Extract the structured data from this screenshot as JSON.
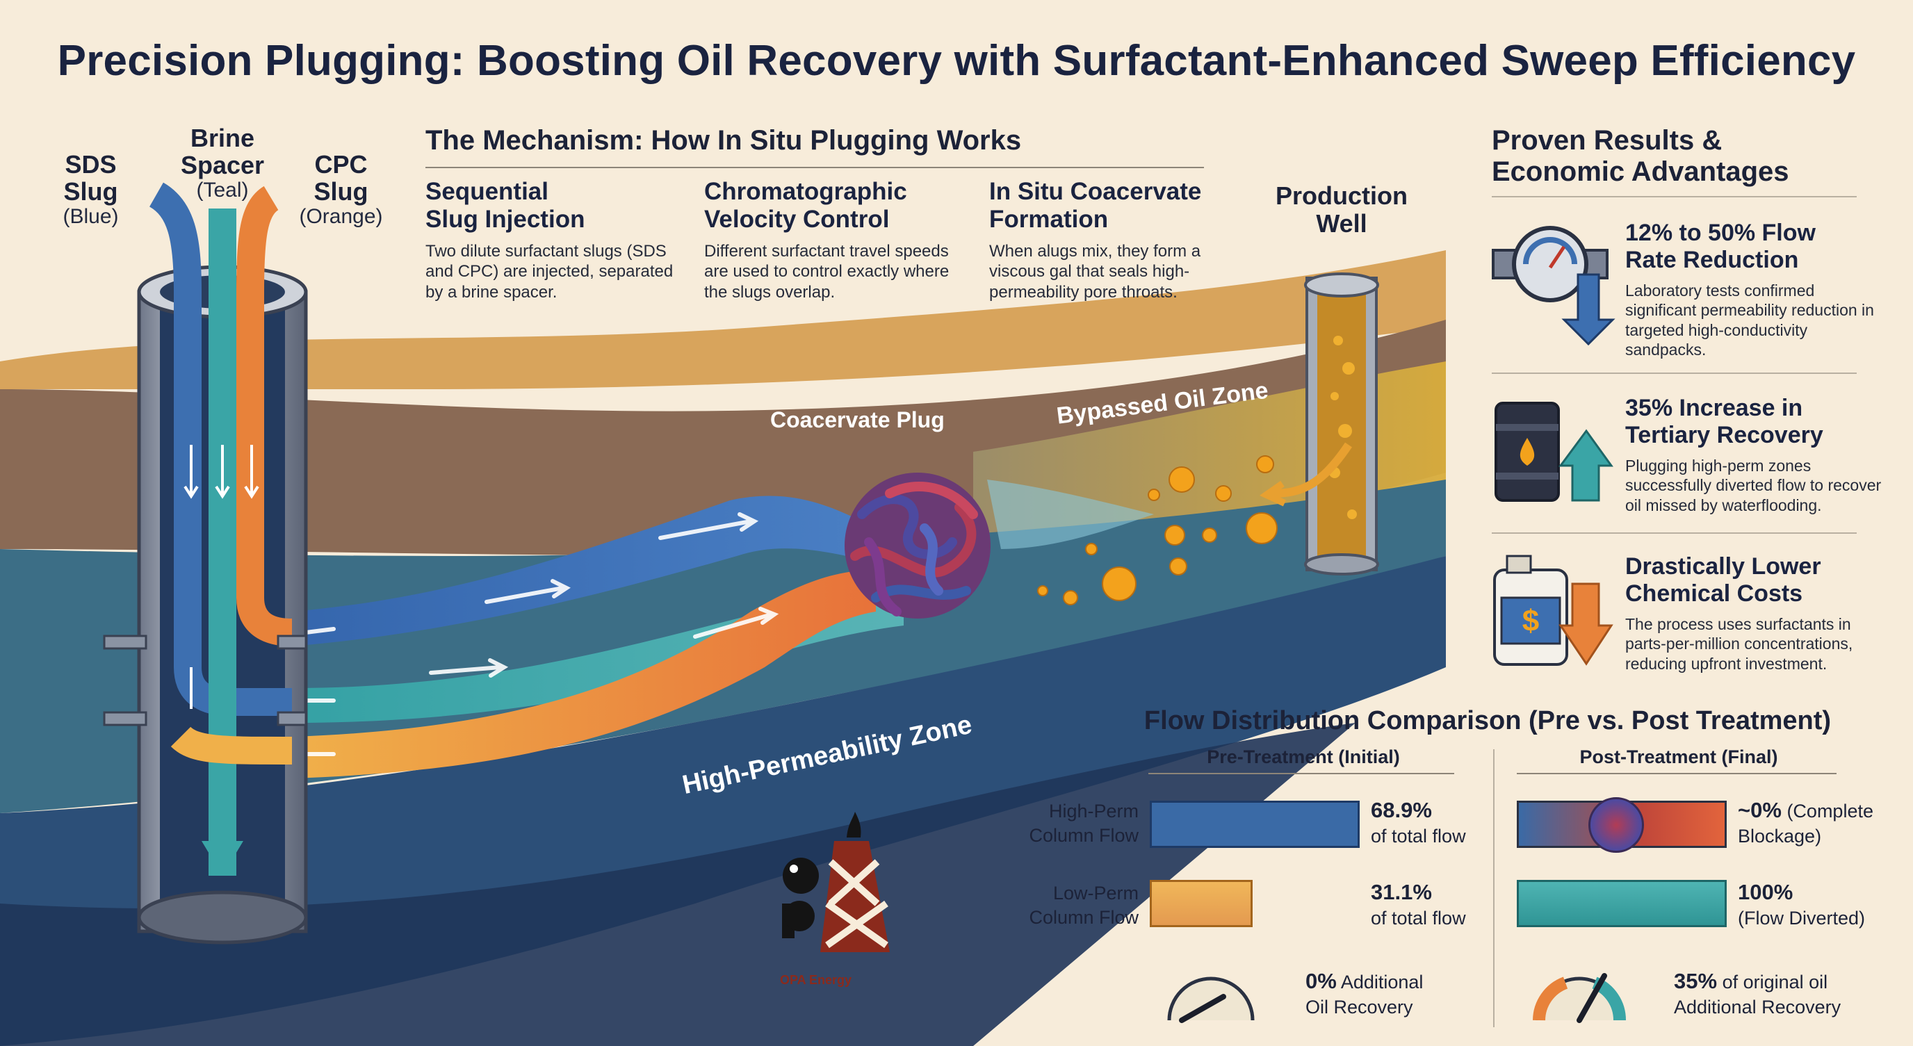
{
  "title": "Precision Plugging: Boosting Oil Recovery with Surfactant-Enhanced Sweep Efficiency",
  "injection": {
    "sds": {
      "title": "SDS\nSlug",
      "color_note": "(Blue)"
    },
    "brine": {
      "title": "Brine\nSpacer",
      "color_note": "(Teal)"
    },
    "cpc": {
      "title": "CPC\nSlug",
      "color_note": "(Orange)"
    }
  },
  "mechanism": {
    "title": "The Mechanism: How In Situ Plugging Works",
    "steps": [
      {
        "heading": "Sequential\nSlug Injection",
        "body": "Two dilute surfactant slugs (SDS and CPC) are injected, separated by a brine spacer."
      },
      {
        "heading": "Chromatographic\nVelocity Control",
        "body": "Different surfactant travel speeds are used to control exactly where the slugs overlap."
      },
      {
        "heading": "In Situ Coacervate\nFormation",
        "body": "When alugs mix, they form a viscous gal that seals high-permeability pore throats."
      }
    ]
  },
  "zones": {
    "plug": "Coacervate Plug",
    "bypassed": "Bypassed Oil Zone",
    "high_perm": "High-Permeability Zone"
  },
  "production_well": "Production\nWell",
  "results": {
    "title": "Proven Results &\nEconomic Advantages",
    "items": [
      {
        "icon": "pressure-gauge-icon",
        "heading": "12% to 50% Flow\nRate Reduction",
        "body": "Laboratory tests confirmed significant permeability reduction in targeted high-conductivity sandpacks."
      },
      {
        "icon": "oil-barrel-icon",
        "heading": "35% Increase in\nTertiary Recovery",
        "body": "Plugging high-perm zones successfully diverted flow to recover oil missed by waterflooding."
      },
      {
        "icon": "chemical-jug-icon",
        "heading": "Drastically Lower\nChemical Costs",
        "body": "The process uses surfactants in parts-per-million concentrations, reducing upfront investment."
      }
    ]
  },
  "flow_comparison": {
    "title": "Flow Distribution Comparison (Pre vs. Post Treatment)",
    "pre": {
      "title": "Pre-Treatment (Initial)",
      "high_label": "High-Perm\nColumn Flow",
      "high_value": "68.9%",
      "high_note": "of total flow",
      "high_fraction": 0.689,
      "low_label": "Low-Perm\nColumn Flow",
      "low_value": "31.1%",
      "low_note": "of total flow",
      "low_fraction": 0.311,
      "gauge_value": "0%",
      "gauge_note": "Additional\nOil Recovery"
    },
    "post": {
      "title": "Post-Treatment (Final)",
      "high_value": "~0%",
      "high_note": "(Complete\nBlockage)",
      "low_value": "100%",
      "low_note": "(Flow Diverted)",
      "gauge_value": "35%",
      "gauge_note": "of original oil\nAdditional Recovery"
    }
  },
  "logo": {
    "text": "OPA Energy"
  },
  "colors": {
    "sds_blue": "#3d6fb0",
    "brine_teal": "#3aa5a6",
    "cpc_orange": "#e8823a",
    "oil": "#f3a21c",
    "navy": "#1a2340"
  }
}
